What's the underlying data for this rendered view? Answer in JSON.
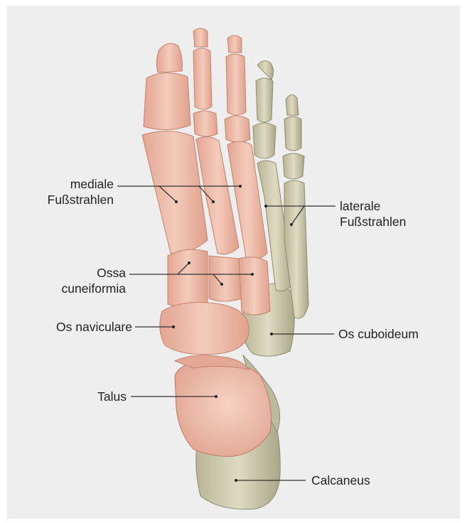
{
  "diagram": {
    "colors": {
      "background": "#eeeeee",
      "medial_bone": "#efbcaa",
      "medial_bone_dark": "#d99a86",
      "lateral_bone": "#d2cfb2",
      "lateral_bone_dark": "#a9a68a",
      "leader_line": "#333333"
    },
    "labels": {
      "mediale_line1": "mediale",
      "mediale_line2": "Fußstrahlen",
      "laterale_line1": "laterale",
      "laterale_line2": "Fußstrahlen",
      "ossa_line1": "Ossa",
      "ossa_line2": "cuneiformia",
      "navicular": "Os naviculare",
      "cuboid": "Os cuboideum",
      "talus": "Talus",
      "calcaneus": "Calcaneus"
    }
  }
}
